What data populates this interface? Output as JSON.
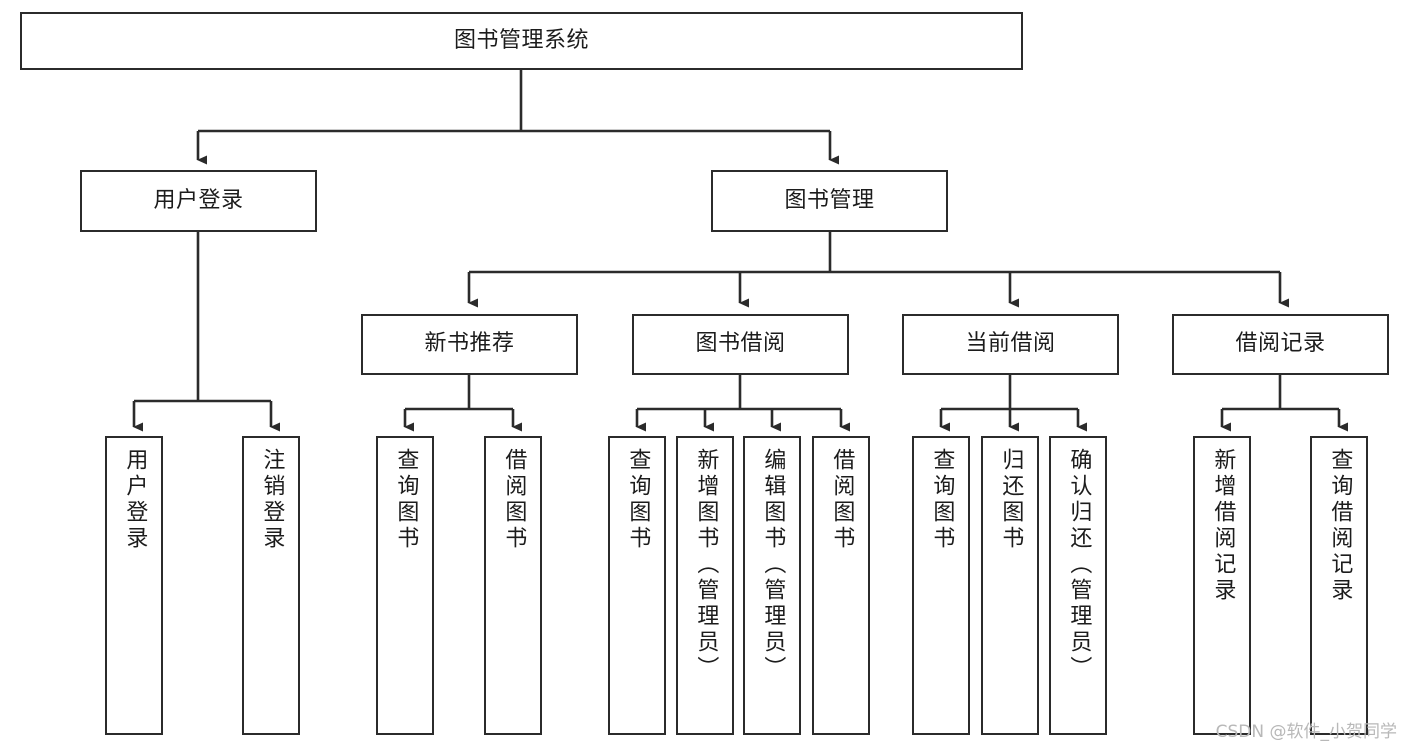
{
  "diagram": {
    "title": "图书管理系统",
    "type": "tree-hierarchy",
    "nodes": {
      "root": {
        "label": "图书管理系统"
      },
      "level2": [
        {
          "id": "user-login",
          "label": "用户登录"
        },
        {
          "id": "book-manage",
          "label": "图书管理"
        }
      ],
      "level3": [
        {
          "id": "new-book-recommend",
          "label": "新书推荐"
        },
        {
          "id": "book-borrow",
          "label": "图书借阅"
        },
        {
          "id": "current-borrow",
          "label": "当前借阅"
        },
        {
          "id": "borrow-record",
          "label": "借阅记录"
        }
      ],
      "leaves": {
        "user-login": [
          {
            "id": "leaf-user-login",
            "label": "用户登录"
          },
          {
            "id": "leaf-logout",
            "label": "注销登录"
          }
        ],
        "new-book-recommend": [
          {
            "id": "leaf-query-book-1",
            "label": "查询图书"
          },
          {
            "id": "leaf-borrow-book-1",
            "label": "借阅图书"
          }
        ],
        "book-borrow": [
          {
            "id": "leaf-query-book-2",
            "label": "查询图书"
          },
          {
            "id": "leaf-add-book",
            "label": "新增图书（管理员）"
          },
          {
            "id": "leaf-edit-book",
            "label": "编辑图书（管理员）"
          },
          {
            "id": "leaf-borrow-book-2",
            "label": "借阅图书"
          }
        ],
        "current-borrow": [
          {
            "id": "leaf-query-book-3",
            "label": "查询图书"
          },
          {
            "id": "leaf-return-book",
            "label": "归还图书"
          },
          {
            "id": "leaf-confirm-return",
            "label": "确认归还（管理员）"
          }
        ],
        "borrow-record": [
          {
            "id": "leaf-add-record",
            "label": "新增借阅记录"
          },
          {
            "id": "leaf-query-record",
            "label": "查询借阅记录"
          }
        ]
      }
    },
    "colors": {
      "border": "#2b2b2b",
      "text": "#1c1c1c",
      "background": "#ffffff",
      "watermark": "#b8b8b8"
    }
  },
  "watermark": {
    "text": "CSDN @软件_小贺同学"
  }
}
